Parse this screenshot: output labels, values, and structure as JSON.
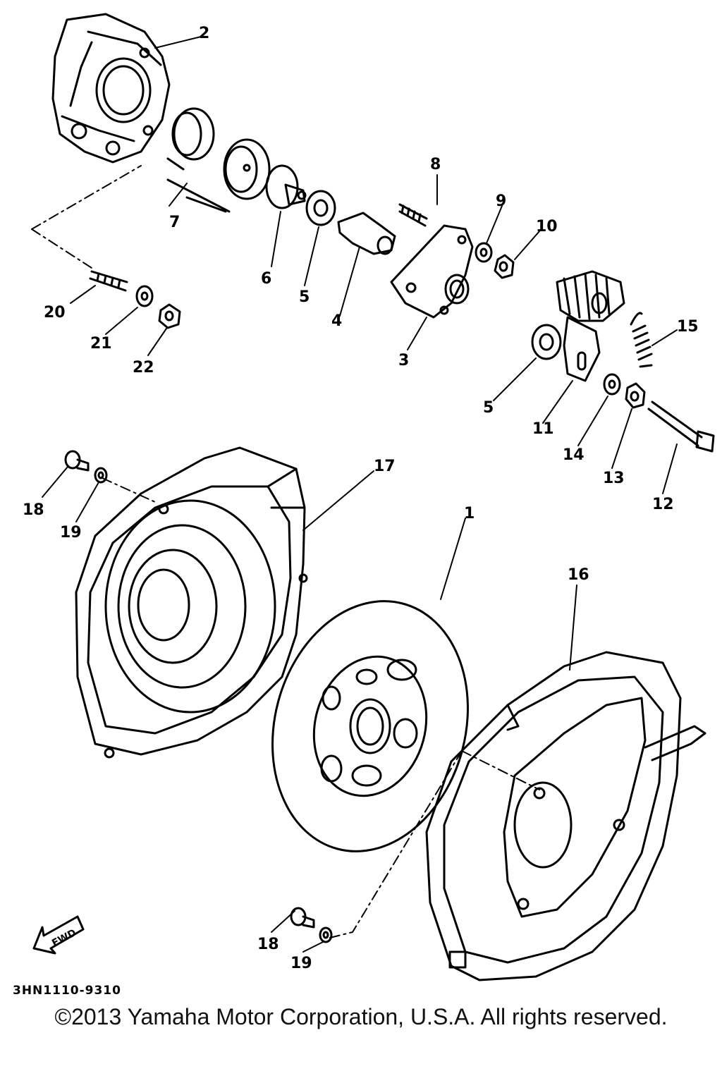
{
  "diagram": {
    "callouts": [
      "1",
      "2",
      "3",
      "4",
      "5",
      "6",
      "7",
      "8",
      "9",
      "10",
      "11",
      "12",
      "13",
      "14",
      "15",
      "16",
      "17",
      "18",
      "19",
      "20",
      "21",
      "22"
    ],
    "fwd_label": "FWD",
    "part_code": "3HN1110-9310"
  },
  "footer": {
    "copyright": "©2013 Yamaha Motor Corporation, U.S.A. All rights reserved."
  }
}
